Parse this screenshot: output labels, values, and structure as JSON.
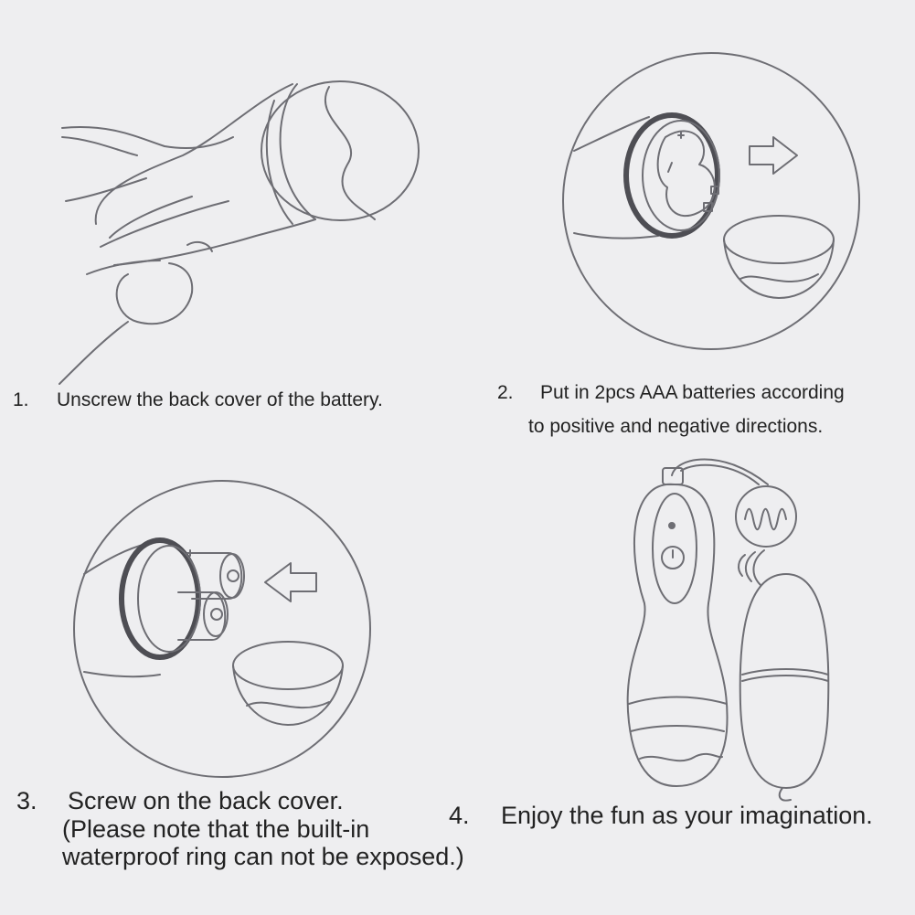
{
  "steps": [
    {
      "num": "1.",
      "lines": [
        "Unscrew the back cover of the battery."
      ]
    },
    {
      "num": "2.",
      "lines": [
        "Put in 2pcs AAA batteries according",
        "to positive and negative directions."
      ]
    },
    {
      "num": "3.",
      "lines": [
        "Screw on the back cover.",
        "(Please note that the built-in",
        "waterproof ring can not be exposed.)"
      ]
    },
    {
      "num": "4.",
      "lines": [
        "Enjoy the fun as your imagination."
      ]
    }
  ],
  "icons": {
    "plus": "+",
    "minus": "−"
  },
  "colors": {
    "background": "#eeeef0",
    "line": "#6e6e74",
    "text": "#222222"
  }
}
